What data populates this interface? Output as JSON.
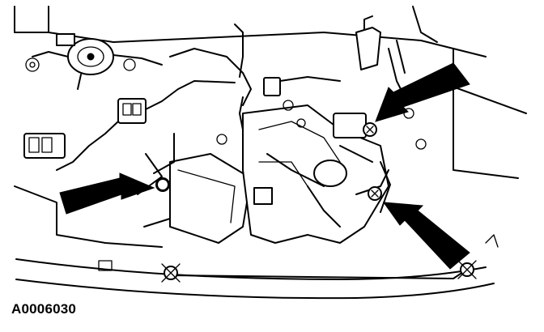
{
  "figure": {
    "label": "A0006030"
  },
  "callouts": {
    "arrow_count": 3,
    "arrow_color": "#000000",
    "arrow_targets": [
      "left-screw",
      "upper-right-screw",
      "lower-right-screw"
    ]
  },
  "colors": {
    "line": "#000000",
    "background": "#ffffff"
  }
}
